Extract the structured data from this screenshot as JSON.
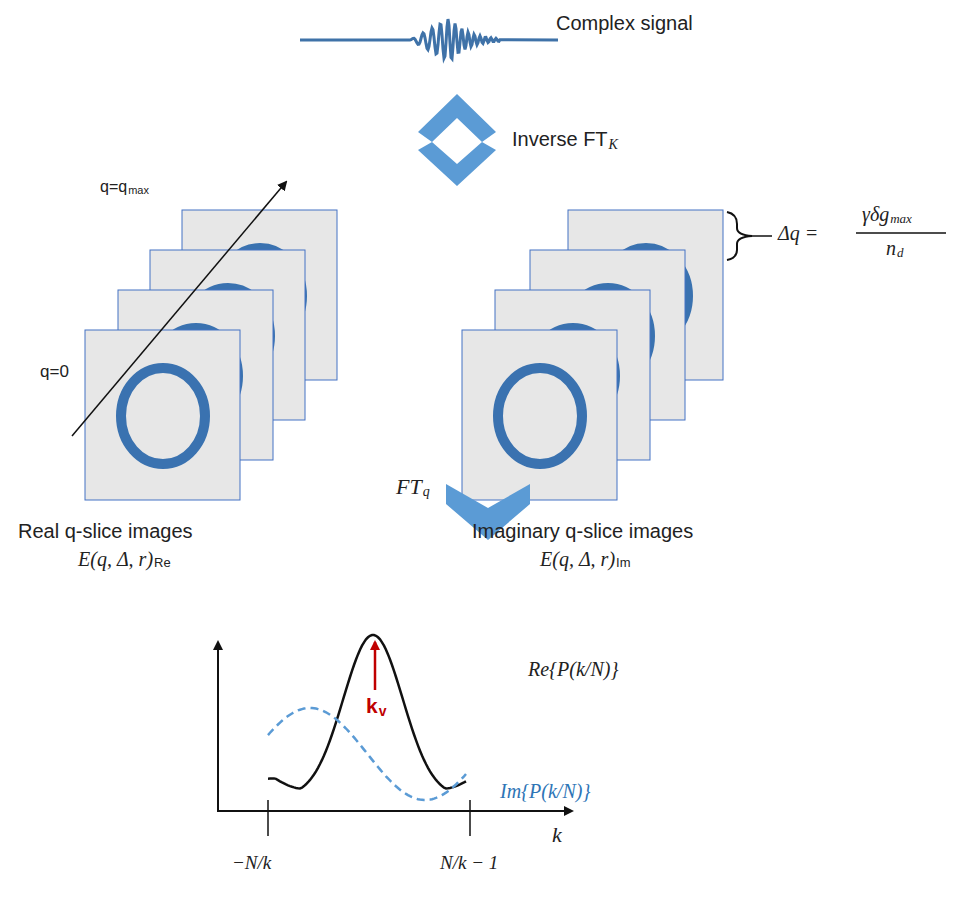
{
  "diagram": {
    "labels": [
      "Complex signal",
      "Inverse FT",
      "K",
      "q=q",
      "max",
      "q=0",
      "Δq =",
      "γδg",
      "max",
      "n",
      "d",
      "Real q-slice images",
      "E(q, Δ, r)",
      "Re",
      "Imaginary q-slice images",
      "E(q, Δ, r)",
      "Im",
      "FT",
      "q",
      "Re{P(k/N)}",
      "k",
      "v",
      "Im{P(k/N)}",
      "k",
      "−N/k",
      "N/k − 1"
    ]
  }
}
